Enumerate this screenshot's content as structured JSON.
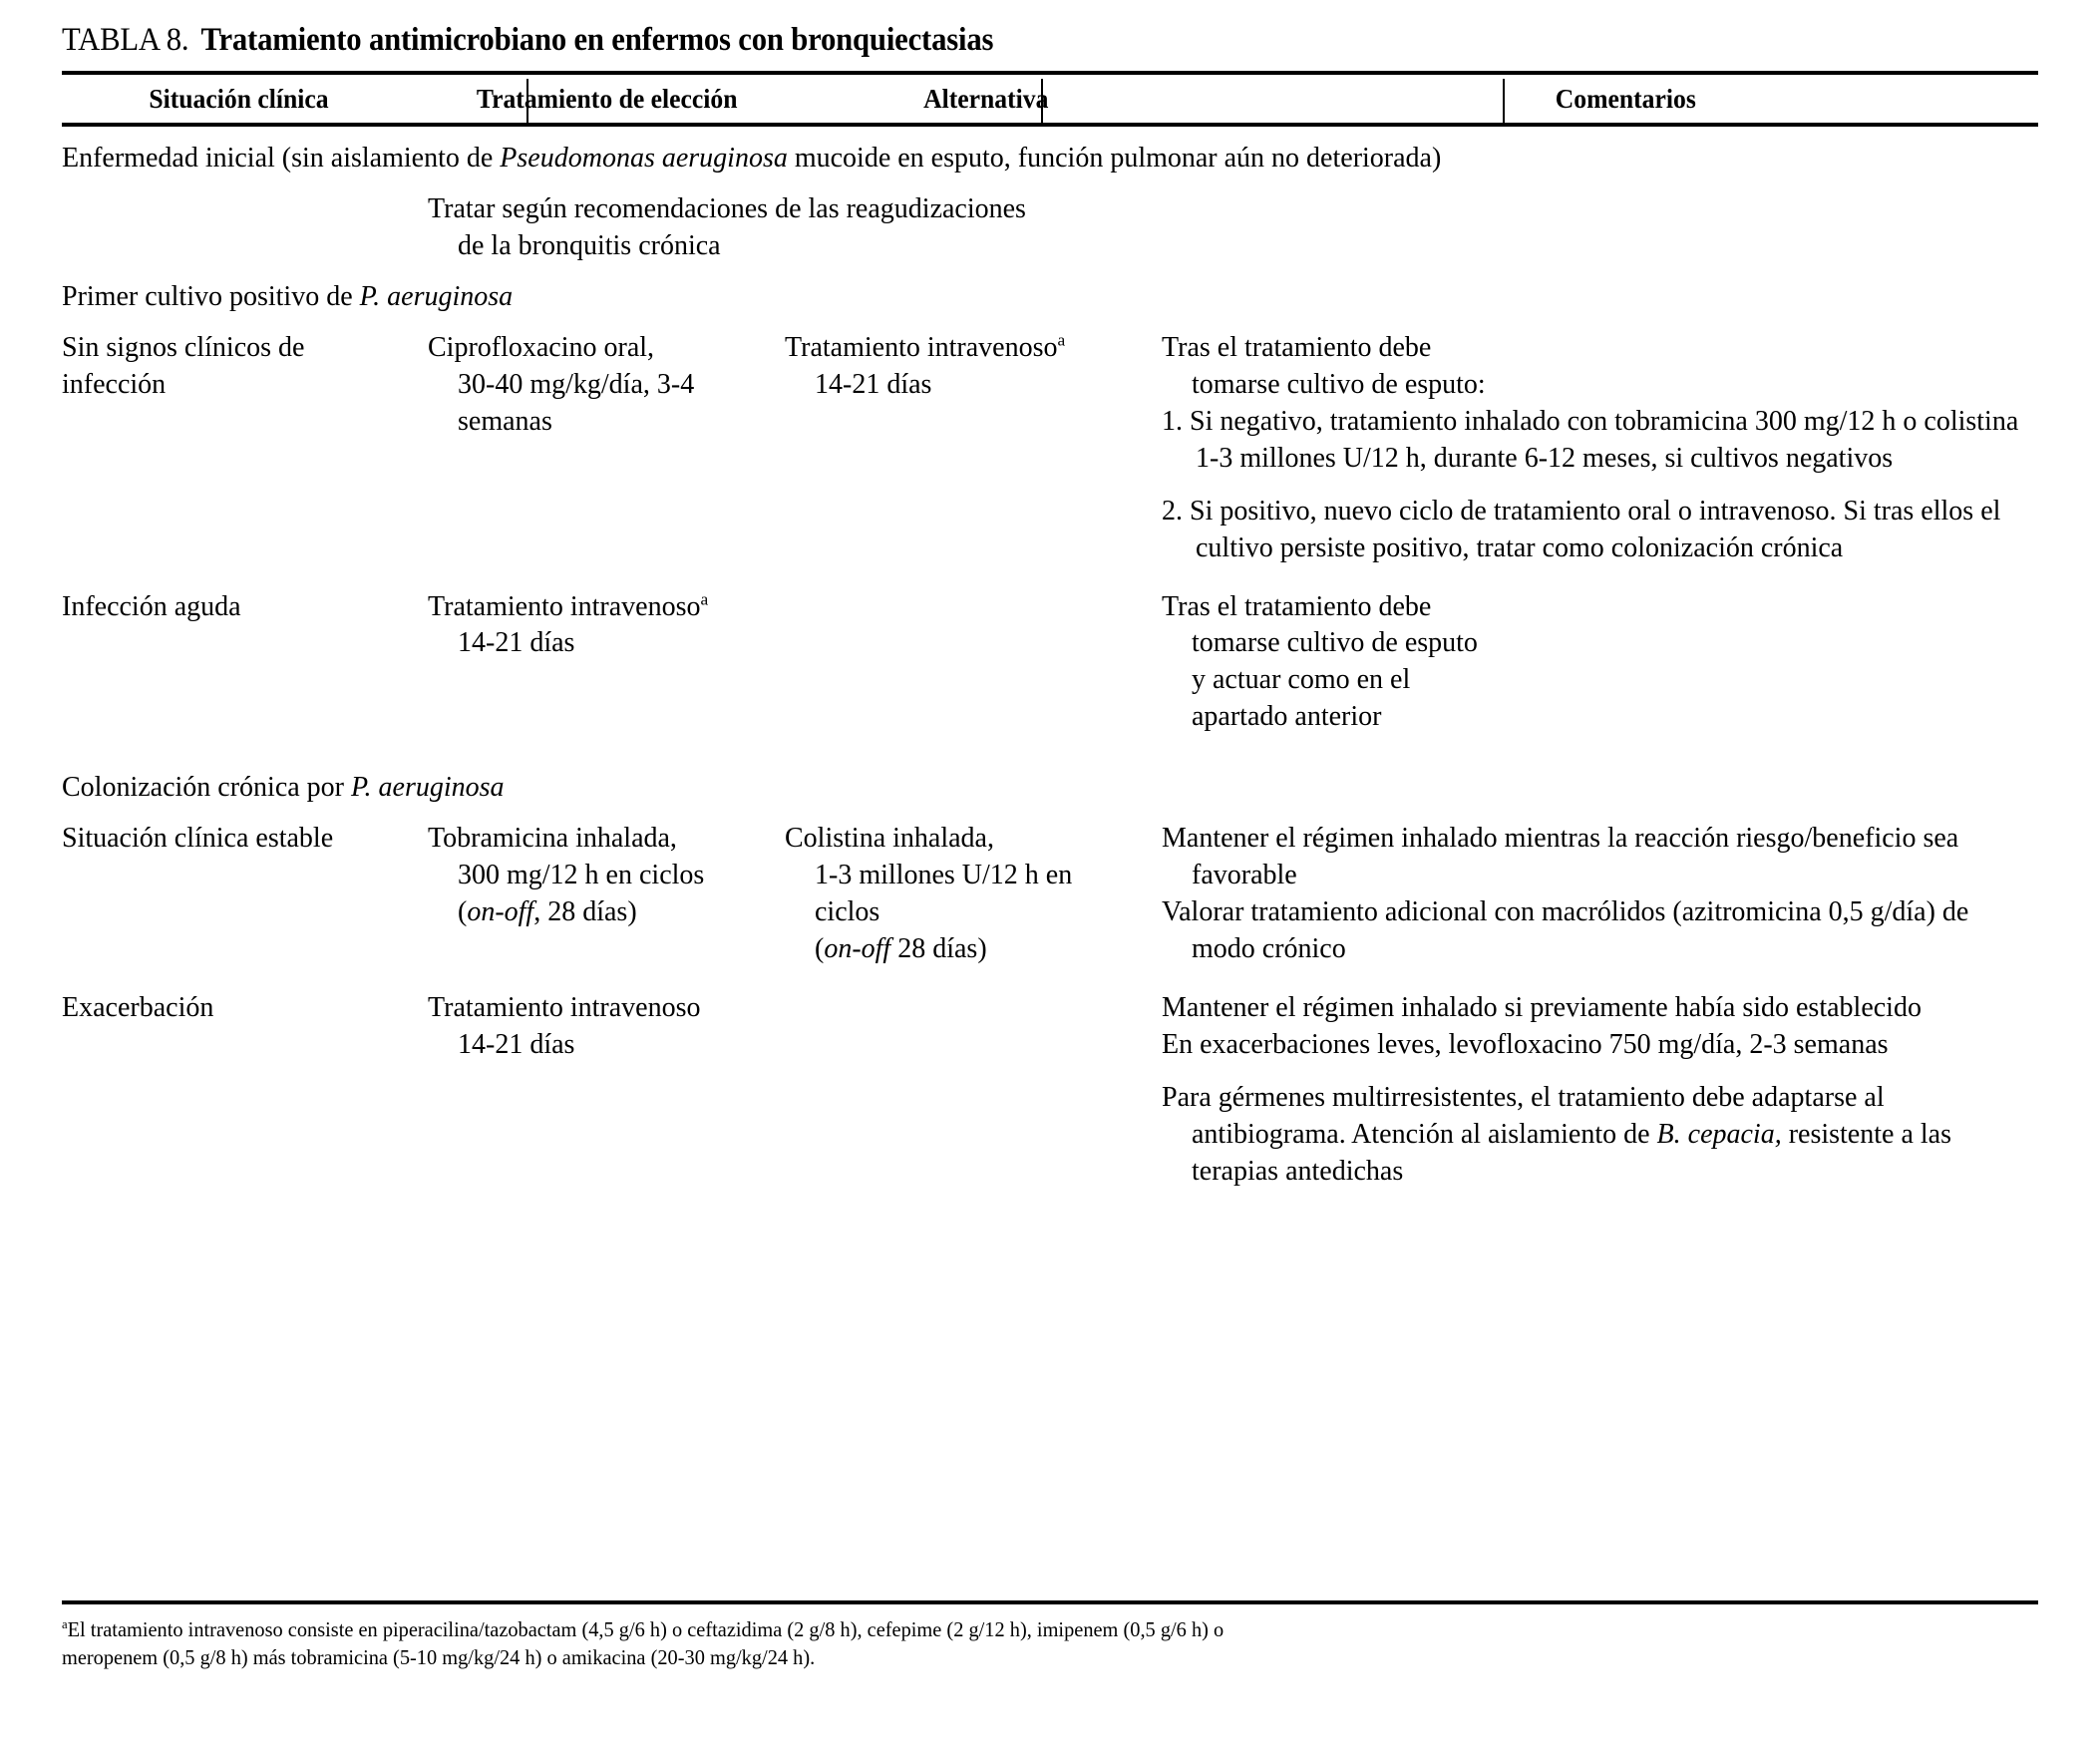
{
  "title": {
    "label": "TABLA 8.",
    "text": "Tratamiento antimicrobiano en enfermos con bronquiectasias"
  },
  "columns": [
    {
      "label": "Situación clínica"
    },
    {
      "label": "Tratamiento de elección"
    },
    {
      "label": "Alternativa"
    },
    {
      "label": "Comentarios"
    }
  ],
  "sections": [
    {
      "heading_pre": "Enfermedad inicial (sin aislamiento de ",
      "heading_italic": "Pseudomonas aeruginosa",
      "heading_post": " mucoide en esputo, función pulmonar aún no deteriorada)",
      "treatment_line1": "Tratar según recomendaciones de las reagudizaciones",
      "treatment_line2": "de la bronquitis crónica"
    },
    {
      "heading_pre": "Primer cultivo positivo de ",
      "heading_italic": "P. aeruginosa",
      "heading_post": ""
    },
    {
      "heading_pre": "Colonización crónica por ",
      "heading_italic": "P. aeruginosa",
      "heading_post": ""
    }
  ],
  "rows": {
    "sin_signos": {
      "situacion": "Sin signos clínicos de infección",
      "eleccion_line1": "Ciprofloxacino oral,",
      "eleccion_line2": "30-40 mg/kg/día, 3-4 semanas",
      "alternativa_line1": "Tratamiento intravenoso",
      "alternativa_sup": "a",
      "alternativa_line2": "14-21 días",
      "comentario_intro_l1": "Tras el tratamiento debe",
      "comentario_intro_l2": "tomarse cultivo de esputo:",
      "comentario_item1": "1. Si negativo, tratamiento inhalado con tobramicina 300 mg/12 h o colistina 1-3 millones U/12 h, durante 6-12 meses, si cultivos negativos",
      "comentario_item2": "2. Si positivo, nuevo ciclo de tratamiento oral o intravenoso. Si tras ellos el cultivo persiste positivo, tratar como colonización crónica"
    },
    "infeccion_aguda": {
      "situacion": "Infección aguda",
      "eleccion_line1": "Tratamiento intravenoso",
      "eleccion_sup": "a",
      "eleccion_line2": "14-21 días",
      "comentario_l1": "Tras el tratamiento debe",
      "comentario_l2": "tomarse cultivo de esputo",
      "comentario_l3": "y actuar como en el",
      "comentario_l4": "apartado anterior"
    },
    "estable": {
      "situacion": "Situación clínica estable",
      "eleccion_line1": "Tobramicina inhalada,",
      "eleccion_line2": "300 mg/12 h en ciclos",
      "eleccion_line3_italic": "on-off",
      "eleccion_line3_rest": ", 28 días)",
      "alternativa_line1": "Colistina inhalada,",
      "alternativa_line2": "1-3 millones U/12 h en ciclos",
      "alternativa_line3_italic": "on-off",
      "alternativa_line3_rest": " 28 días)",
      "comentario_1": "Mantener el régimen inhalado mientras la reacción riesgo/beneficio sea favorable",
      "comentario_2": "Valorar tratamiento adicional con macrólidos (azitromicina 0,5 g/día) de modo crónico"
    },
    "exacerbacion": {
      "situacion": "Exacerbación",
      "eleccion_line1": "Tratamiento intravenoso",
      "eleccion_line2": "14-21 días",
      "comentario_1": "Mantener el régimen inhalado si previamente había sido establecido",
      "comentario_2": "En exacerbaciones leves, levofloxacino 750 mg/día, 2-3 semanas",
      "comentario_3_pre": "Para gérmenes multirresistentes, el tratamiento debe adaptarse al antibiograma. Atención al aislamiento de ",
      "comentario_3_italic": "B. cepacia,",
      "comentario_3_post": " resistente a las terapias antedichas"
    }
  },
  "footnote": {
    "marker": "a",
    "line1": "El tratamiento intravenoso consiste en piperacilina/tazobactam (4,5 g/6 h) o ceftazidima (2 g/8 h), cefepime (2 g/12 h), imipenem (0,5 g/6 h) o",
    "line2": "meropenem (0,5 g/8 h) más tobramicina (5-10 mg/kg/24 h) o amikacina (20-30 mg/kg/24 h)."
  }
}
